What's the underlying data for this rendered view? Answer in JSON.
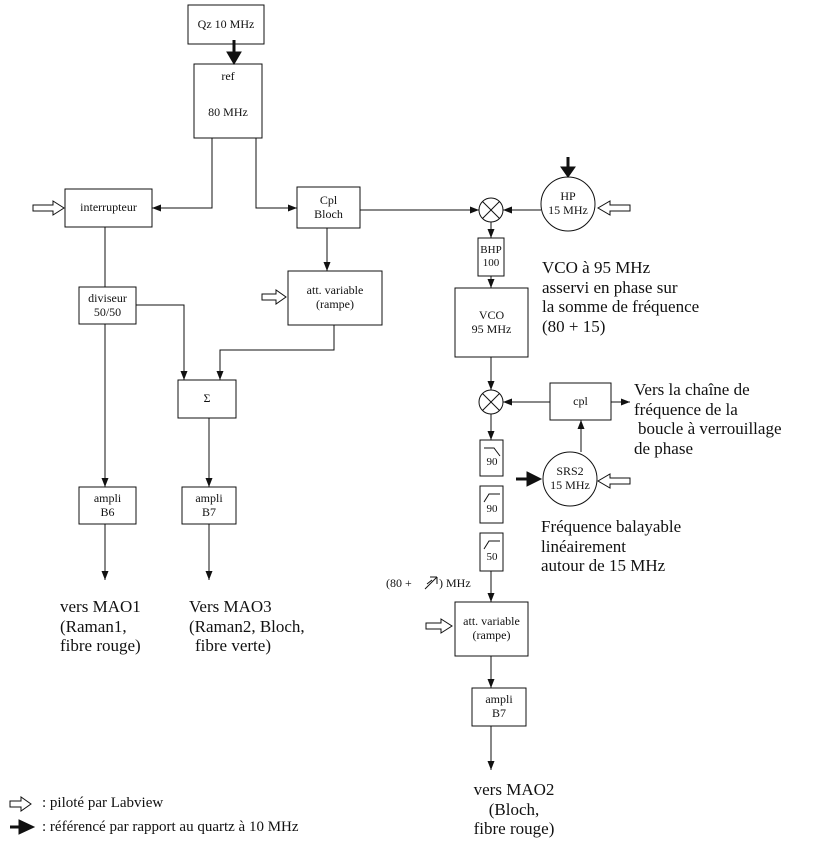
{
  "boxes": {
    "qz": "Qz 10 MHz",
    "ref_top": "ref",
    "ref_freq": "80 MHz",
    "interrupteur": "interrupteur",
    "cpl_bloch_1": "Cpl",
    "cpl_bloch_2": "Bloch",
    "hp_1": "HP",
    "hp_2": "15 MHz",
    "bhp_1": "BHP",
    "bhp_2": "100",
    "att1_1": "att. variable",
    "att1_2": "(rampe)",
    "diviseur_1": "diviseur",
    "diviseur_2": "50/50",
    "sigma": "Σ",
    "vco_1": "VCO",
    "vco_2": "95 MHz",
    "cpl": "cpl",
    "srs2_1": "SRS2",
    "srs2_2": "15 MHz",
    "filter1": "90",
    "filter2": "90",
    "filter3": "50",
    "att2_1": "att. variable",
    "att2_2": "(rampe)",
    "ampli_b6_1": "ampli",
    "ampli_b6_2": "B6",
    "ampli_b7a_1": "ampli",
    "ampli_b7a_2": "B7",
    "ampli_b7b_1": "ampli",
    "ampli_b7b_2": "B7"
  },
  "notes": {
    "vco_1": "VCO à 95 MHz",
    "vco_2": "asservi en phase sur",
    "vco_3": "la somme de fréquence",
    "vco_4": "(80 + 15)",
    "chain_1": "Vers la chaîne de",
    "chain_2": "fréquence de la",
    "chain_3": "boucle à verrouillage",
    "chain_4": "de phase",
    "sweep_1": "Fréquence balayable",
    "sweep_2": "linéairement",
    "sweep_3": "autour de 15 MHz",
    "freq_label_pre": "(80 +",
    "freq_label_post": ") MHz"
  },
  "outputs": {
    "mao1_1": "vers MAO1",
    "mao1_2": "(Raman1,",
    "mao1_3": "fibre rouge)",
    "mao3_1": "Vers MAO3",
    "mao3_2": "(Raman2, Bloch,",
    "mao3_3": "fibre verte)",
    "mao2_1": "vers MAO2",
    "mao2_2": "(Bloch,",
    "mao2_3": "fibre rouge)"
  },
  "legend": {
    "labview": ": piloté par Labview",
    "quartz": ": référencé par rapport au quartz à 10 MHz"
  }
}
